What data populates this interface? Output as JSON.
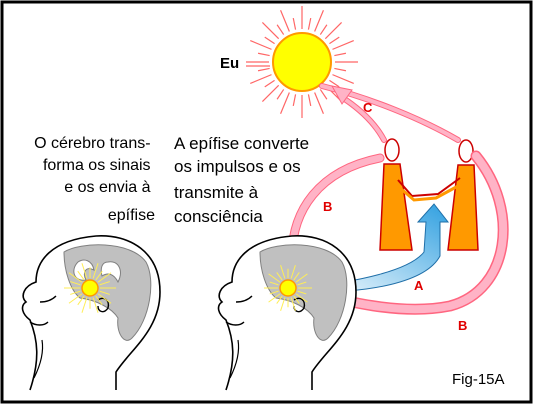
{
  "labels": {
    "eu": "Eu",
    "fig": "Fig-15A",
    "arrow_a": "A",
    "arrow_b_top": "B",
    "arrow_b_bottom": "B",
    "arrow_c": "C"
  },
  "text_left": [
    "O cérebro trans-",
    "forma os sinais",
    "e os envia à",
    "epífise"
  ],
  "text_right": [
    "A epífise converte",
    "os impulsos e os",
    "transmite à",
    "consciência"
  ],
  "colors": {
    "sun": "#ffff00",
    "sun_rays": "#ff6666",
    "figures": "#ff9900",
    "figure_outline": "#cc0000",
    "brain": "#c0c0c0",
    "pineal": "#ffff00",
    "arrow_pink": "#ffb3c6",
    "arrow_blue": "#33a6e6",
    "label_red": "#e00000"
  }
}
